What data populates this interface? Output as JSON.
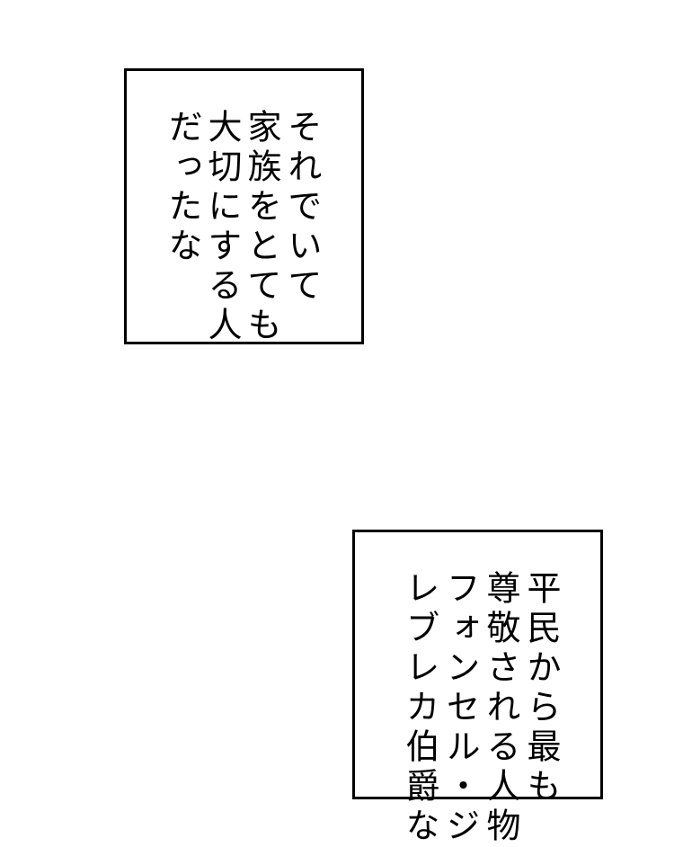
{
  "box1": {
    "columns": [
      "それでいて",
      "家族をとても",
      "大切にする人",
      "だったな"
    ]
  },
  "box2": {
    "columns": [
      "平民から最も",
      "尊敬される人物",
      "フォンセル・ジ",
      "レブレカ伯爵な"
    ]
  }
}
